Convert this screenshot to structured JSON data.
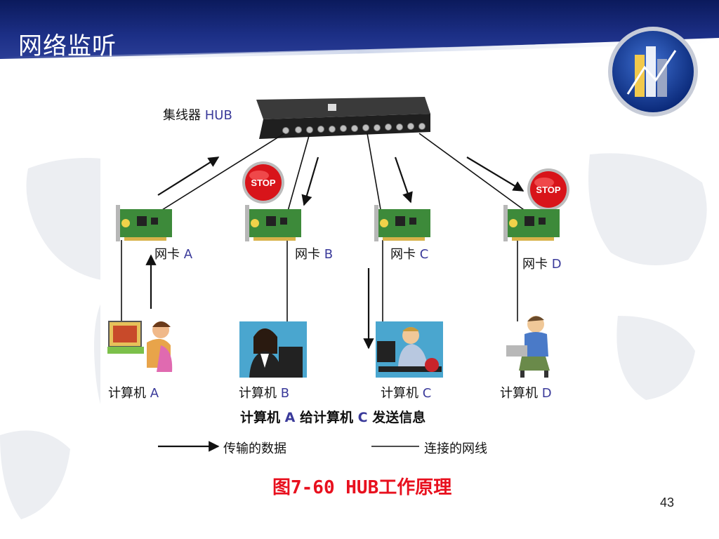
{
  "slide": {
    "title": "网络监听",
    "page_number": "43"
  },
  "diagram": {
    "hub_label": "集线器",
    "hub_label_en": "HUB",
    "stop_sign_text": "STOP",
    "nics": [
      {
        "label": "网卡",
        "id": "A"
      },
      {
        "label": "网卡",
        "id": "B"
      },
      {
        "label": "网卡",
        "id": "C"
      },
      {
        "label": "网卡",
        "id": "D"
      }
    ],
    "computers": [
      {
        "label": "计算机",
        "id": "A"
      },
      {
        "label": "计算机",
        "id": "B"
      },
      {
        "label": "计算机",
        "id": "C"
      },
      {
        "label": "计算机",
        "id": "D"
      }
    ],
    "caption": {
      "part1": "计算机",
      "a": "A",
      "part2": "给计算机",
      "c": "C",
      "part3": "发送信息"
    },
    "legend": {
      "data_transfer": "传输的数据",
      "connection": "连接的网线"
    },
    "figure_caption": "图7-60  HUB工作原理"
  },
  "colors": {
    "header_blue": "#1a2a7a",
    "caption_red": "#e8101e",
    "stop_red": "#d8141a",
    "nic_green": "#3d8a3a"
  }
}
